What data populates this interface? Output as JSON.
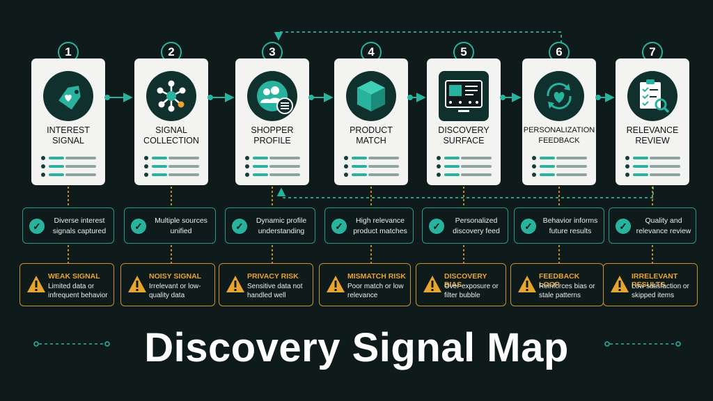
{
  "title": "Discovery Signal Map",
  "colors": {
    "background": "#0f1a1b",
    "accent": "#28b39e",
    "warning": "#e6a530",
    "card": "#f3f4f1"
  },
  "stages": [
    {
      "number": "1",
      "title": "Interest Signal",
      "icon": "heart-tag-icon",
      "benefit": "Diverse interest signals captured",
      "risk_title": "Weak Signal",
      "risk_text": "Limited data or infrequent behavior"
    },
    {
      "number": "2",
      "title": "Signal Collection",
      "icon": "network-hub-icon",
      "benefit": "Multiple sources unified",
      "risk_title": "Noisy Signal",
      "risk_text": "Irrelevant or low-quality data"
    },
    {
      "number": "3",
      "title": "Shopper Profile",
      "icon": "people-profile-icon",
      "benefit": "Dynamic profile understanding",
      "risk_title": "Privacy Risk",
      "risk_text": "Sensitive data not handled well"
    },
    {
      "number": "4",
      "title": "Product Match",
      "icon": "cube-icon",
      "benefit": "High relevance product matches",
      "risk_title": "Mismatch Risk",
      "risk_text": "Poor match or low relevance"
    },
    {
      "number": "5",
      "title": "Discovery Surface",
      "icon": "screen-feed-icon",
      "benefit": "Personalized discovery feed",
      "risk_title": "Discovery Bias",
      "risk_text": "Over-exposure or filter bubble"
    },
    {
      "number": "6",
      "title": "Personalization Feedback",
      "icon": "heart-cycle-icon",
      "benefit": "Behavior informs future results",
      "risk_title": "Feedback Loop",
      "risk_text": "Reinforces bias or stale patterns"
    },
    {
      "number": "7",
      "title": "Relevance Review",
      "icon": "checklist-magnifier-icon",
      "benefit": "Quality and relevance review",
      "risk_title": "Irrelevant Results",
      "risk_text": "Low satisfaction or skipped items"
    }
  ]
}
